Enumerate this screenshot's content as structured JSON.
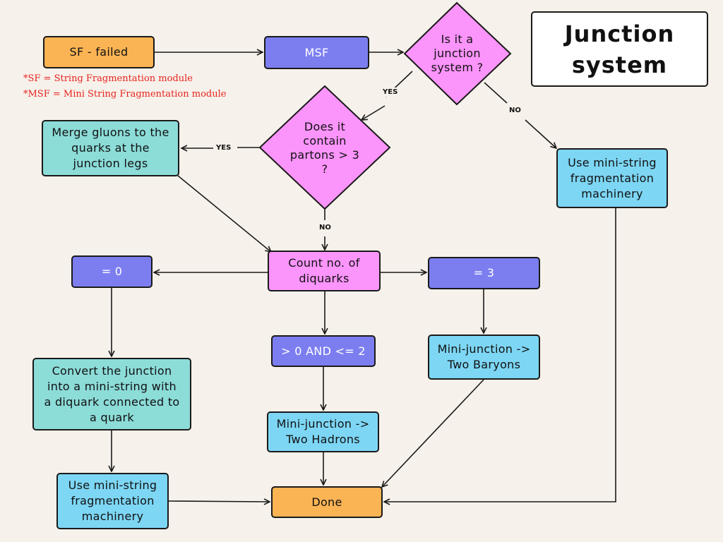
{
  "title": {
    "line1": "Junction",
    "line2": "system"
  },
  "notes": {
    "sf": "*SF = String Fragmentation module",
    "msf": "*MSF = Mini String Fragmentation module"
  },
  "nodes": {
    "sf_failed": "SF - failed",
    "msf": "MSF",
    "is_junction": [
      "Is it a",
      "junction",
      "system ?"
    ],
    "contain_partons": [
      "Does it",
      "contain",
      "partons > 3",
      "?"
    ],
    "merge_gluons": [
      "Merge gluons to the",
      "quarks at the",
      "junction legs"
    ],
    "use_mini_string_right": [
      "Use mini-string",
      "fragmentation",
      "machinery"
    ],
    "count_diquarks": [
      "Count no. of",
      "diquarks"
    ],
    "eq_zero": "= 0",
    "eq_three": "= 3",
    "between": "> 0 AND <= 2",
    "convert_junction": [
      "Convert the junction",
      "into a mini-string with",
      "a diquark connected to",
      "a quark"
    ],
    "two_baryons": [
      "Mini-junction ->",
      "Two Baryons"
    ],
    "two_hadrons": [
      "Mini-junction ->",
      "Two Hadrons"
    ],
    "use_mini_string_left": [
      "Use mini-string",
      "fragmentation",
      "machinery"
    ],
    "done": "Done"
  },
  "edge_labels": {
    "yes_junction": "YES",
    "no_junction": "NO",
    "yes_partons": "YES",
    "no_partons": "NO"
  },
  "colors": {
    "background": "#f6f1ea",
    "orange": "#fbb454",
    "purple": "#7c7ef0",
    "pink": "#fb94fb",
    "teal": "#8cdcd8",
    "blue": "#7dd6f4",
    "note_red": "#e8231f"
  }
}
